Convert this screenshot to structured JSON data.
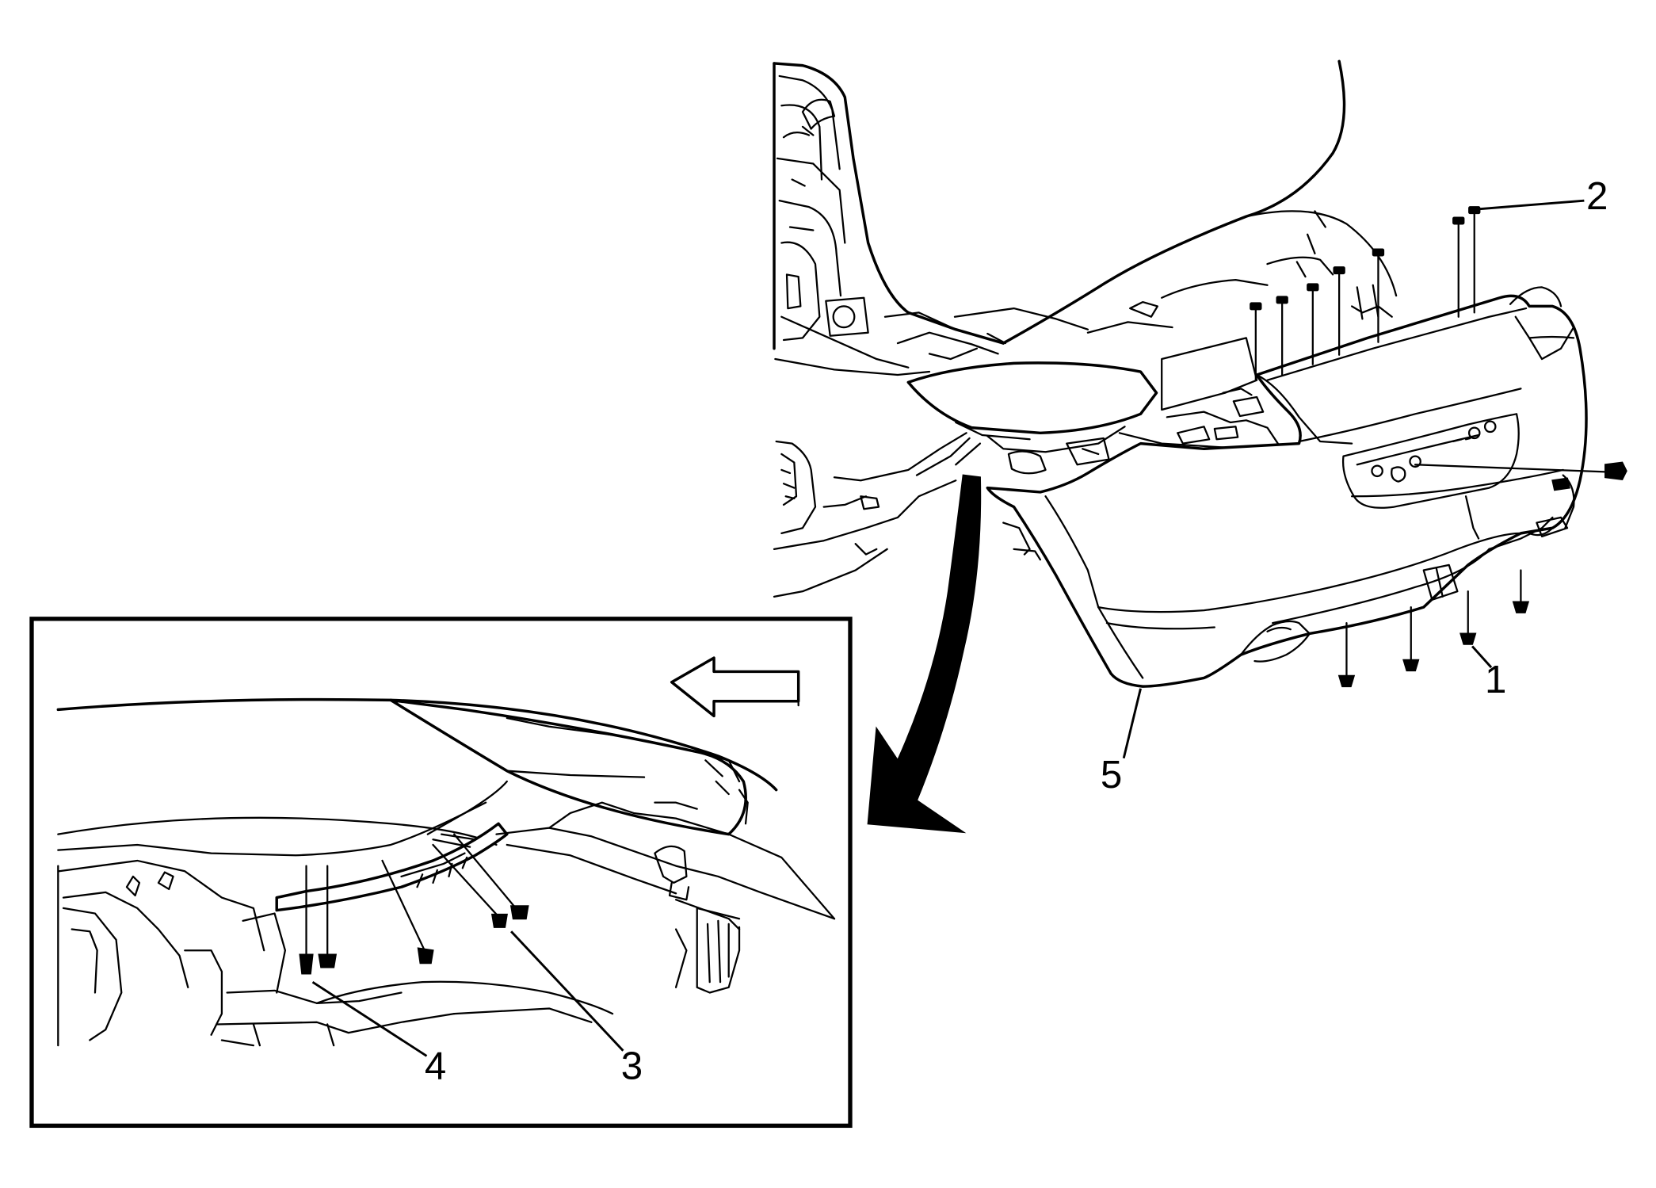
{
  "callouts": {
    "c1": "1",
    "c2": "2",
    "c3": "3",
    "c4": "4",
    "c5": "5"
  },
  "icons": {
    "direction_arrow": "left-arrow-icon",
    "reference_arrow": "curved-arrow-icon"
  },
  "colors": {
    "line": "#000000",
    "background": "#ffffff"
  }
}
